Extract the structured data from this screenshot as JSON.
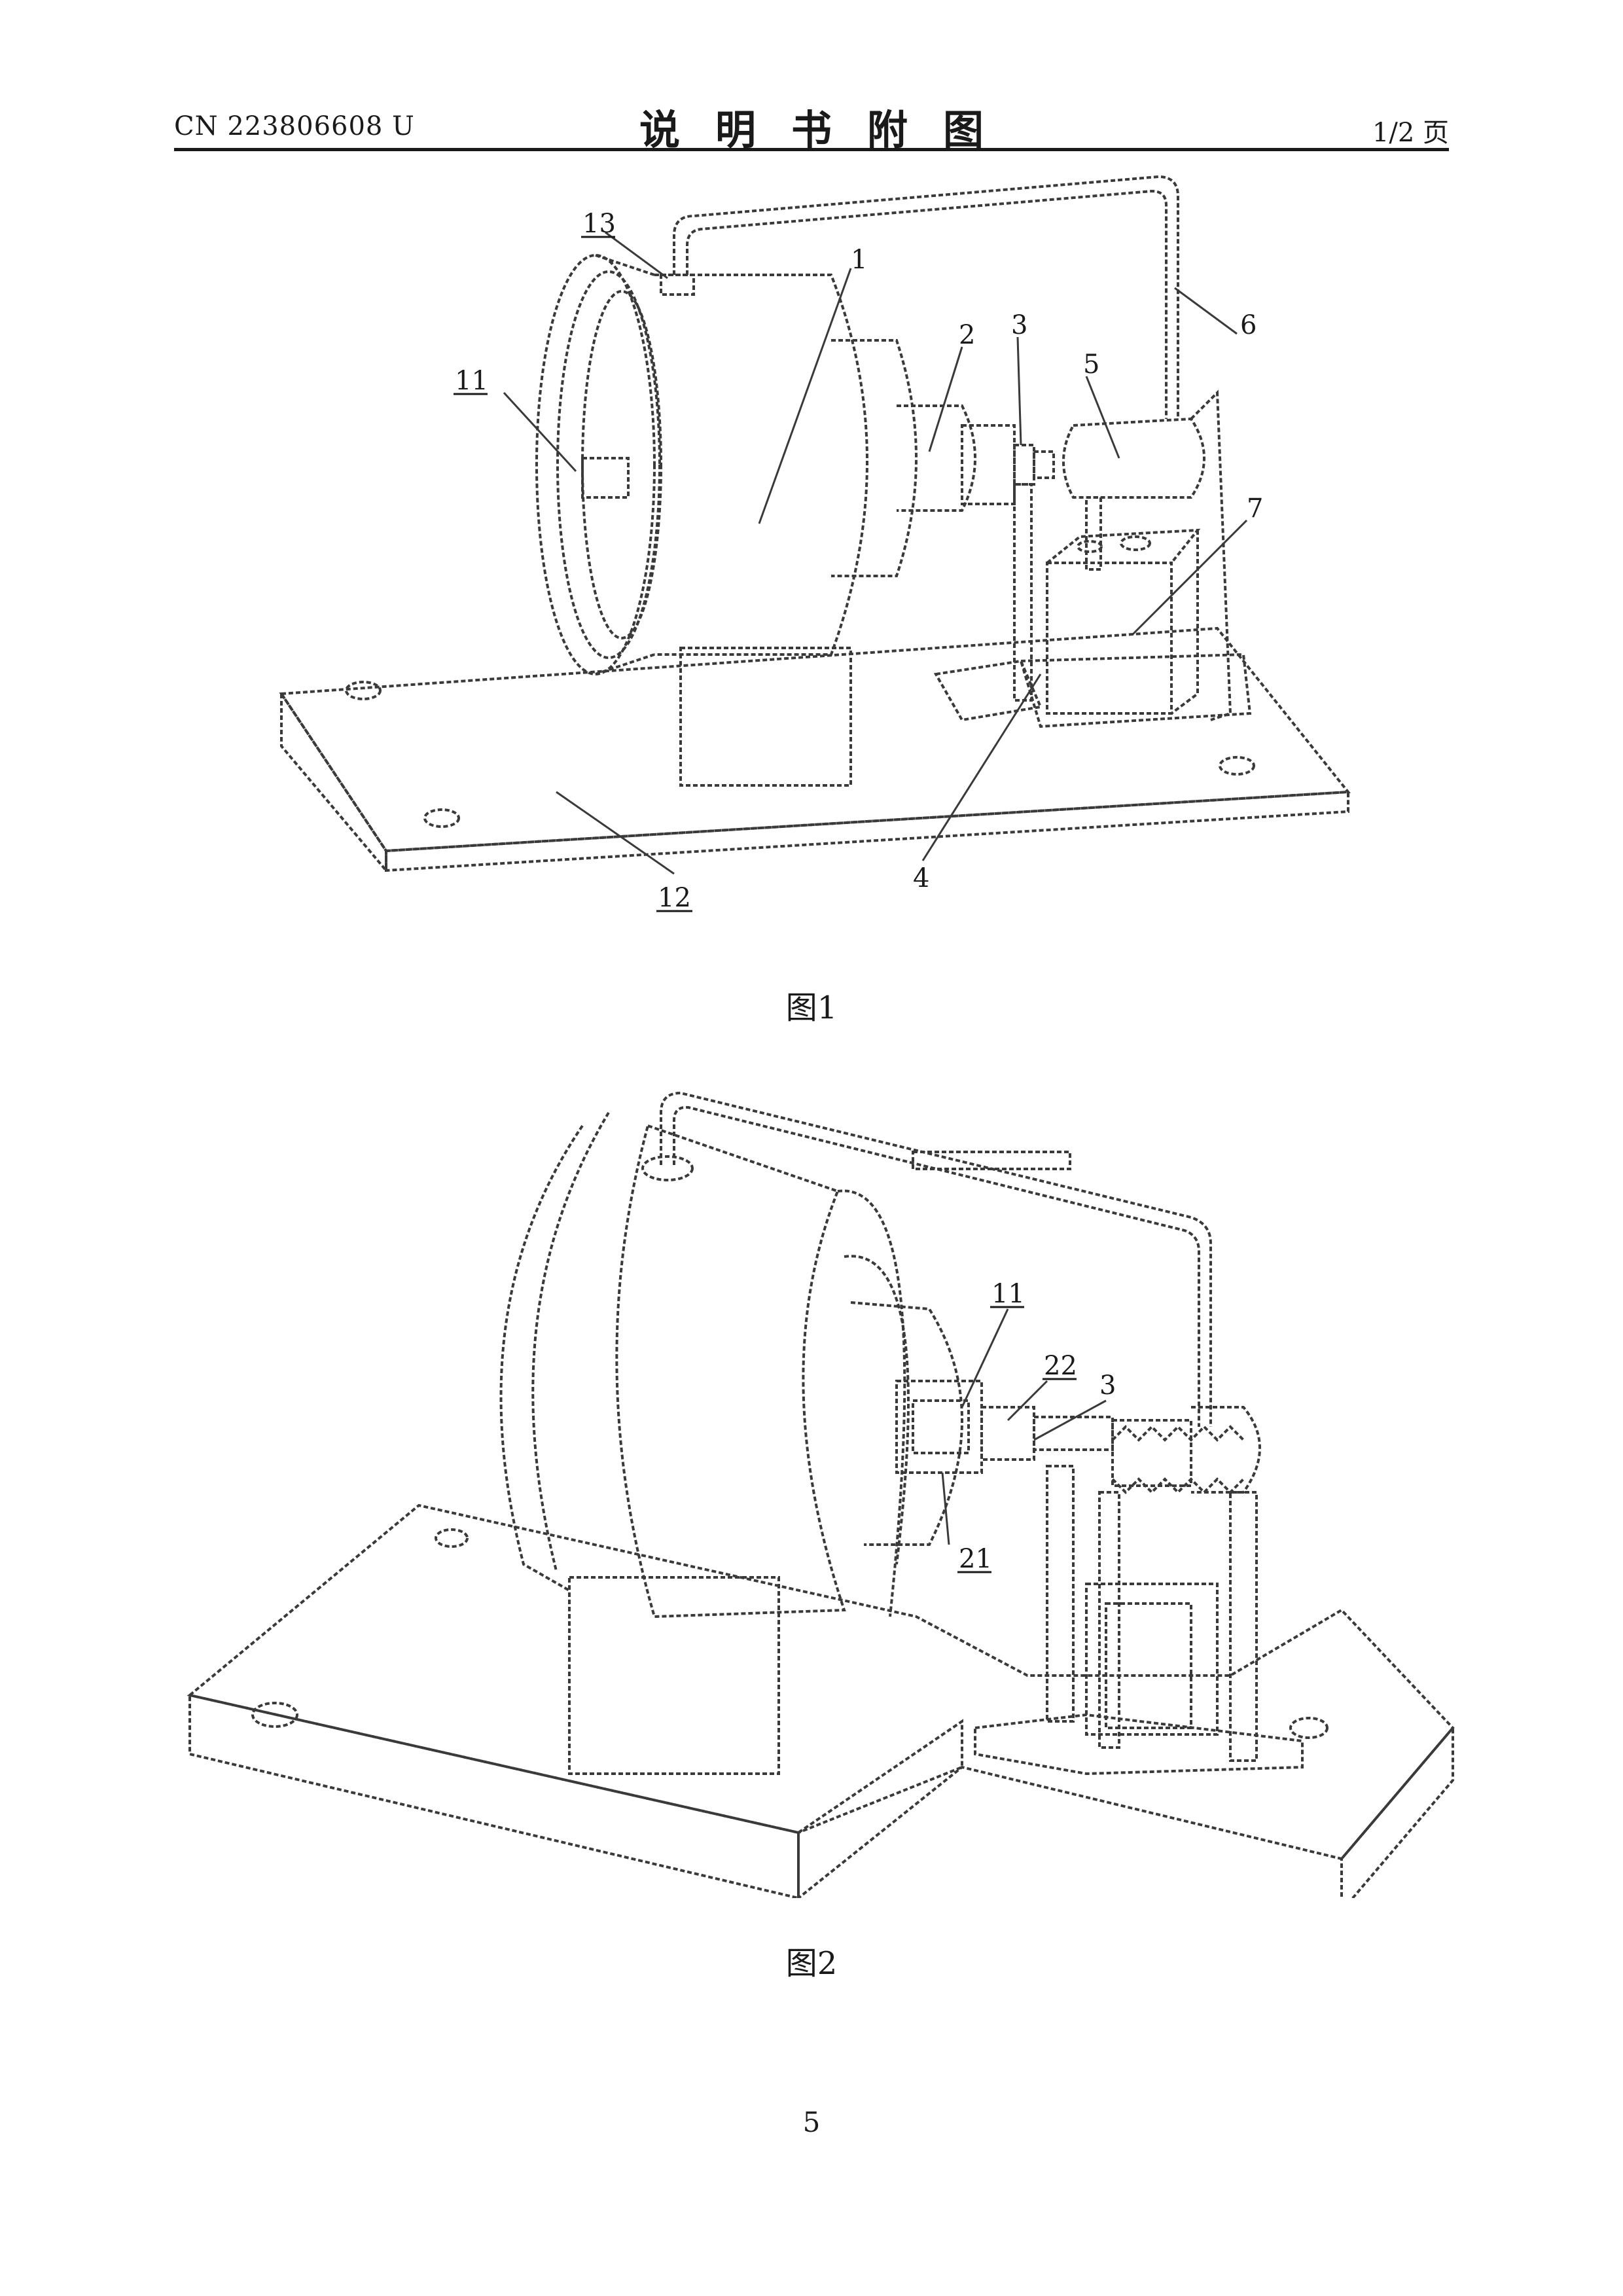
{
  "header": {
    "pub_number": "CN 223806608 U",
    "title": "说明书附图",
    "page_of": "1/2 页"
  },
  "figure1": {
    "caption": "图1",
    "labels": [
      "13",
      "1",
      "11",
      "2",
      "3",
      "5",
      "6",
      "7",
      "4",
      "12"
    ]
  },
  "figure2": {
    "caption": "图2",
    "labels": [
      "11",
      "22",
      "3",
      "21"
    ]
  },
  "footer": {
    "page_number": "5"
  }
}
